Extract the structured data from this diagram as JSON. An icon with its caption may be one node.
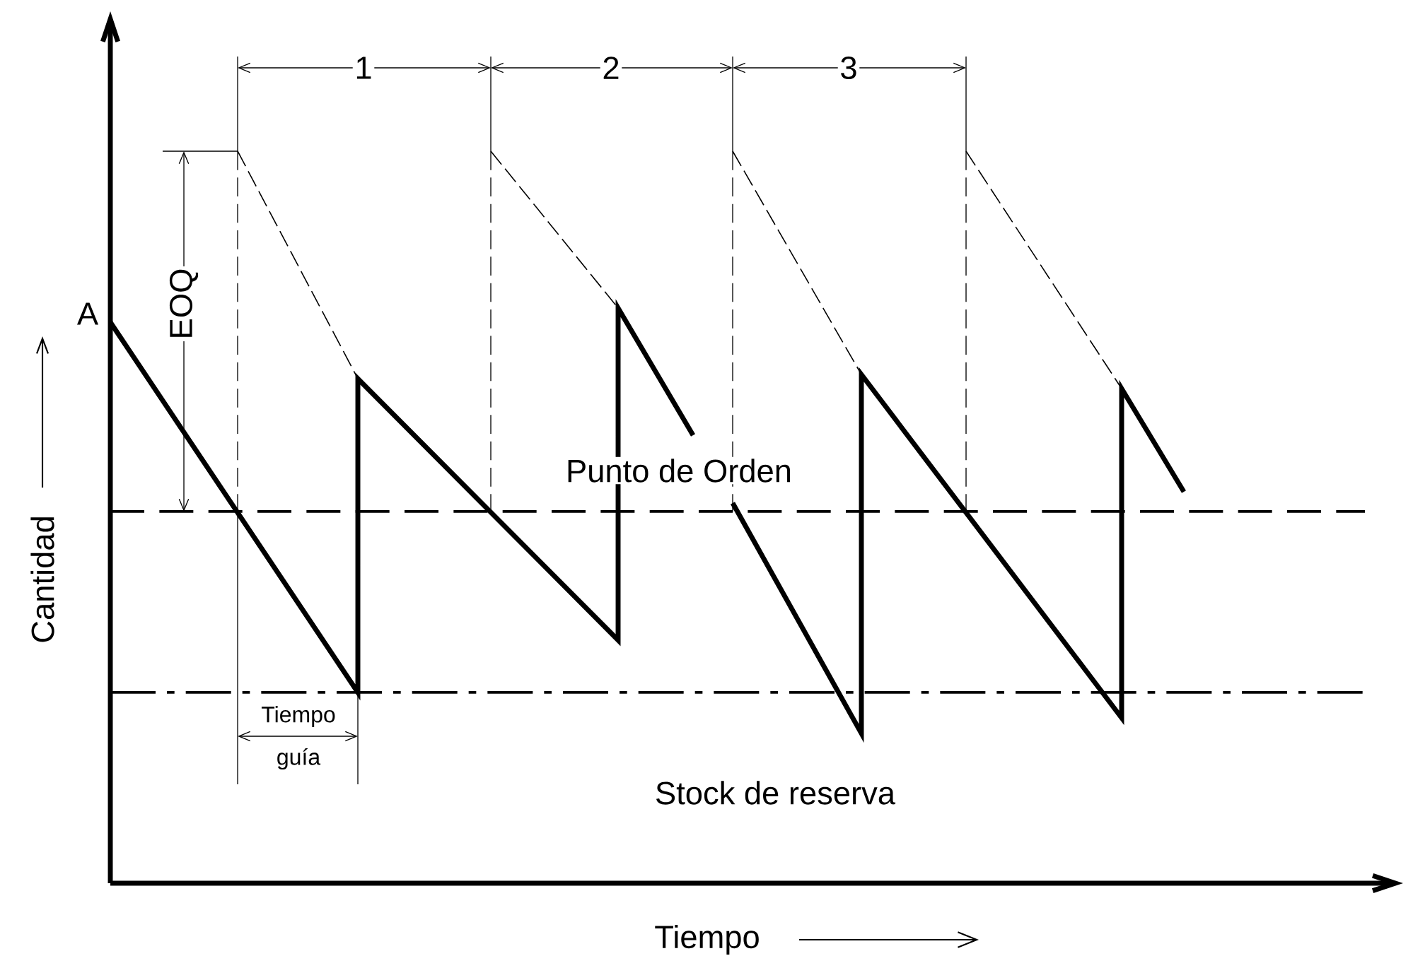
{
  "diagram": {
    "labels": [
      "1",
      "2",
      "3",
      "A",
      "EOQ",
      "Punto de Orden",
      "Cantidad",
      "Tiempo",
      "guía",
      "Stock de reserva",
      "Tiempo"
    ]
  }
}
